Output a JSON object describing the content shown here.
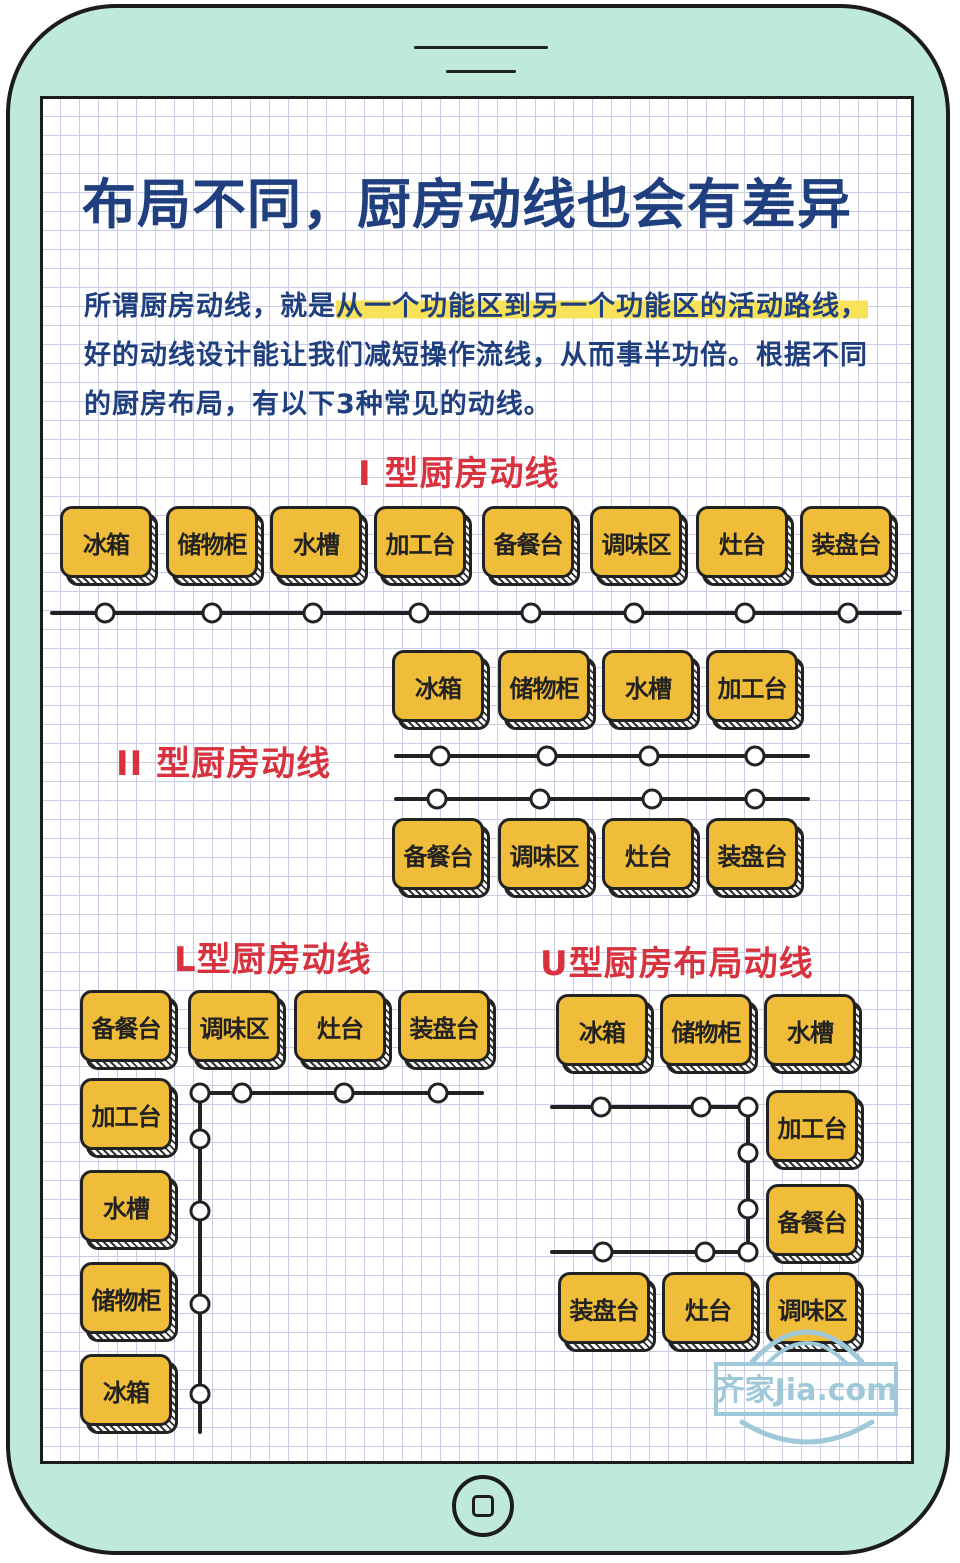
{
  "title": "布局不同，厨房动线也会有差异",
  "intro": {
    "part1": "所谓厨房动线，就是",
    "highlight": "从一个功能区到另一个功能区的活动路线，",
    "part2": "好的动线设计能让我们减短操作流线，从而事半功倍。根据不同的厨房布局，有以下3种常见的动线。"
  },
  "sections": {
    "type_i": {
      "heading": "I 型厨房动线",
      "stations": [
        "冰箱",
        "储物柜",
        "水槽",
        "加工台",
        "备餐台",
        "调味区",
        "灶台",
        "装盘台"
      ]
    },
    "type_ii": {
      "heading": "II 型厨房动线",
      "top_row": [
        "冰箱",
        "储物柜",
        "水槽",
        "加工台"
      ],
      "bottom_row": [
        "备餐台",
        "调味区",
        "灶台",
        "装盘台"
      ]
    },
    "type_l": {
      "heading": "L型厨房动线",
      "top_row": [
        "备餐台",
        "调味区",
        "灶台",
        "装盘台"
      ],
      "left_column": [
        "加工台",
        "水槽",
        "储物柜",
        "冰箱"
      ]
    },
    "type_u": {
      "heading": "U型厨房布局动线",
      "top_row": [
        "冰箱",
        "储物柜",
        "水槽"
      ],
      "right_column": [
        "加工台",
        "备餐台"
      ],
      "bottom_row": [
        "装盘台",
        "灶台",
        "调味区"
      ]
    }
  },
  "watermark": "齐家Jia.com",
  "colors": {
    "frame": "#bfe9dc",
    "title": "#1f3f7f",
    "heading": "#d8323f",
    "station": "#f0bd3a",
    "highlight": "#f7e25a"
  }
}
